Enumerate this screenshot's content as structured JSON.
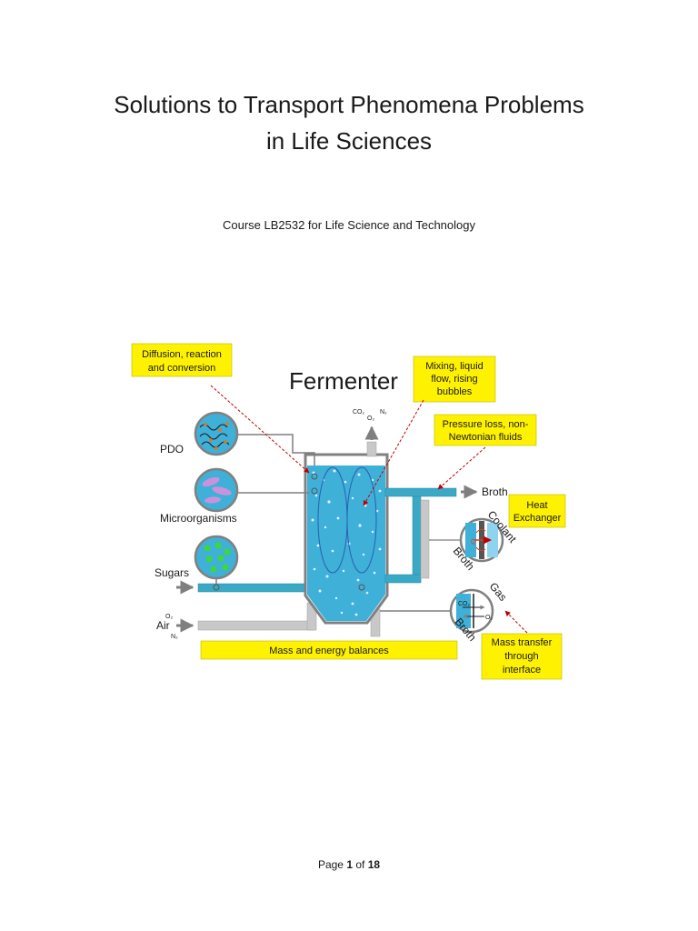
{
  "title_line1": "Solutions to Transport Phenomena Problems",
  "title_line2": "in Life Sciences",
  "subtitle": "Course LB2532 for Life Science and Technology",
  "figure": {
    "heading": "Fermenter",
    "callouts": {
      "diffusion_1": "Diffusion, reaction",
      "diffusion_2": "and conversion",
      "mixing_1": "Mixing, liquid",
      "mixing_2": "flow, rising",
      "mixing_3": "bubbles",
      "pressure_1": "Pressure loss, non-",
      "pressure_2": "Newtonian fluids",
      "heat_1": "Heat",
      "heat_2": "Exchanger",
      "mass_balance": "Mass and energy balances",
      "mass_transfer_1": "Mass transfer",
      "mass_transfer_2": "through",
      "mass_transfer_3": "interface"
    },
    "labels": {
      "pdo": "PDO",
      "microorganisms": "Microorganisms",
      "sugars": "Sugars",
      "air": "Air",
      "broth_out": "Broth",
      "coolant": "Coolant",
      "broth_hx": "Broth",
      "gas": "Gas",
      "broth_gas": "Broth",
      "co2_top": "CO₂",
      "o2_top": "O₂",
      "n2_top": "N₂",
      "o2_air": "O₂",
      "n2_air": "N₂",
      "co2_interface": "CO₂",
      "o2_interface": "O₂",
      "q_symbol": "Q"
    },
    "colors": {
      "callout_fill": "#fff200",
      "liquid": "#3fb0d8",
      "pipe_teal": "#3aa9c6",
      "pipe_gray": "#c8c8c8",
      "vessel_outline": "#808080",
      "arrow_gray": "#7f7f7f",
      "leader_red": "#c00000"
    }
  },
  "footer": {
    "prefix": "Page ",
    "current": "1",
    "middle": " of ",
    "total": "18"
  }
}
